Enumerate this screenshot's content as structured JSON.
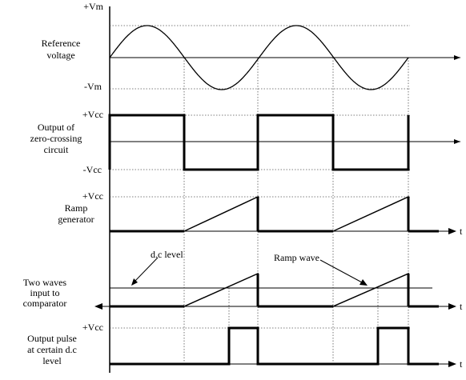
{
  "panels": {
    "reference": {
      "label_lines": [
        "Reference",
        "voltage"
      ],
      "pos_level": "+Vm",
      "neg_level": "-Vm"
    },
    "zero_crossing": {
      "label_lines": [
        "Output of",
        "zero-crossing",
        "circuit"
      ],
      "pos_level": "+Vcc",
      "neg_level": "-Vcc"
    },
    "ramp": {
      "label_lines": [
        "Ramp",
        "generator"
      ],
      "pos_level": "+Vcc",
      "time_label": "t"
    },
    "comparator": {
      "label_lines": [
        "Two waves",
        "input to",
        "comparator"
      ],
      "dc_annotation": "d.c level",
      "ramp_annotation": "Ramp wave",
      "time_label": "t"
    },
    "output": {
      "label_lines": [
        "Output pulse",
        "at certain d.c",
        "level"
      ],
      "pos_level": "+Vcc",
      "time_label": "t"
    }
  },
  "colors": {
    "ink": "#000000",
    "guide": "#555555"
  }
}
